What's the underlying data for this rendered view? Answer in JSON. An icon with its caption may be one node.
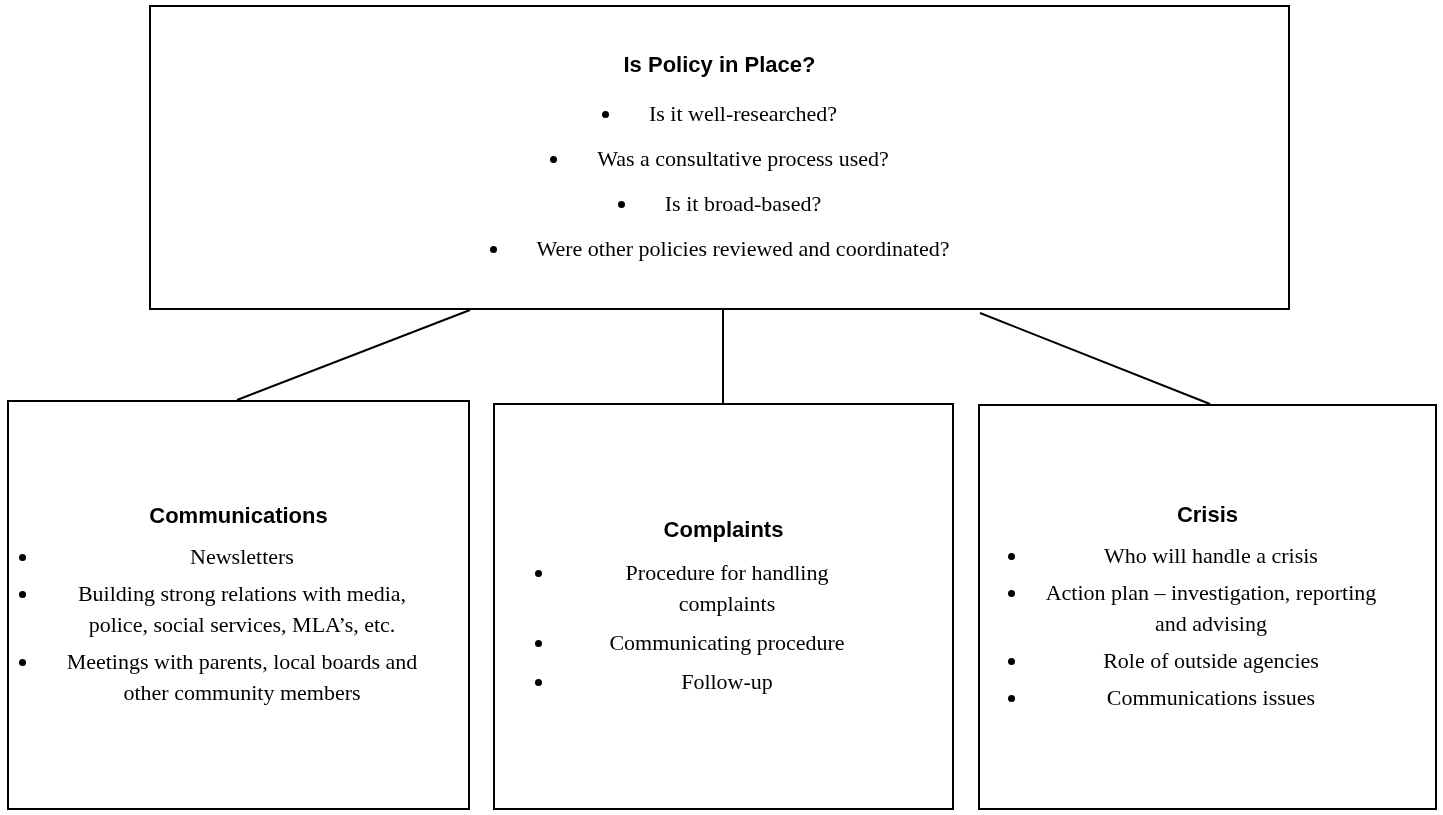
{
  "diagram": {
    "nodes": [
      {
        "text": [
          "Is Policy in Place?",
          "Is it well-researched?",
          "Was a consultative process used?",
          "Is it broad-based?",
          "Were other policies reviewed and coordinated?"
        ]
      },
      {
        "text": [
          "Communications",
          "Newsletters",
          "Building strong relations with media, police, social services, MLA’s, etc.",
          "Meetings with parents, local boards and other community members"
        ]
      },
      {
        "text": [
          "Complaints",
          "Procedure for handling complaints",
          "Communicating procedure",
          "Follow-up"
        ]
      },
      {
        "text": [
          "Crisis",
          "Who will handle a crisis",
          "Action plan – investigation, reporting and advising",
          "Role of outside agencies",
          "Communications issues"
        ]
      }
    ],
    "edges": [
      {
        "from": 0,
        "to": 1,
        "arrow": "none"
      },
      {
        "from": 0,
        "to": 2,
        "arrow": "none"
      },
      {
        "from": 0,
        "to": 3,
        "arrow": "none"
      }
    ]
  }
}
